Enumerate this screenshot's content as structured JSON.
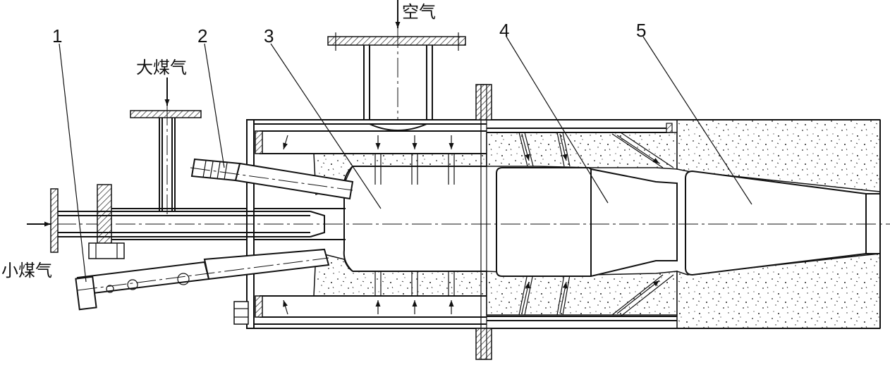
{
  "labels": {
    "air": "空气",
    "big_gas": "大煤气",
    "small_gas": "小煤气"
  },
  "part_numbers": [
    "1",
    "2",
    "3",
    "4",
    "5"
  ]
}
